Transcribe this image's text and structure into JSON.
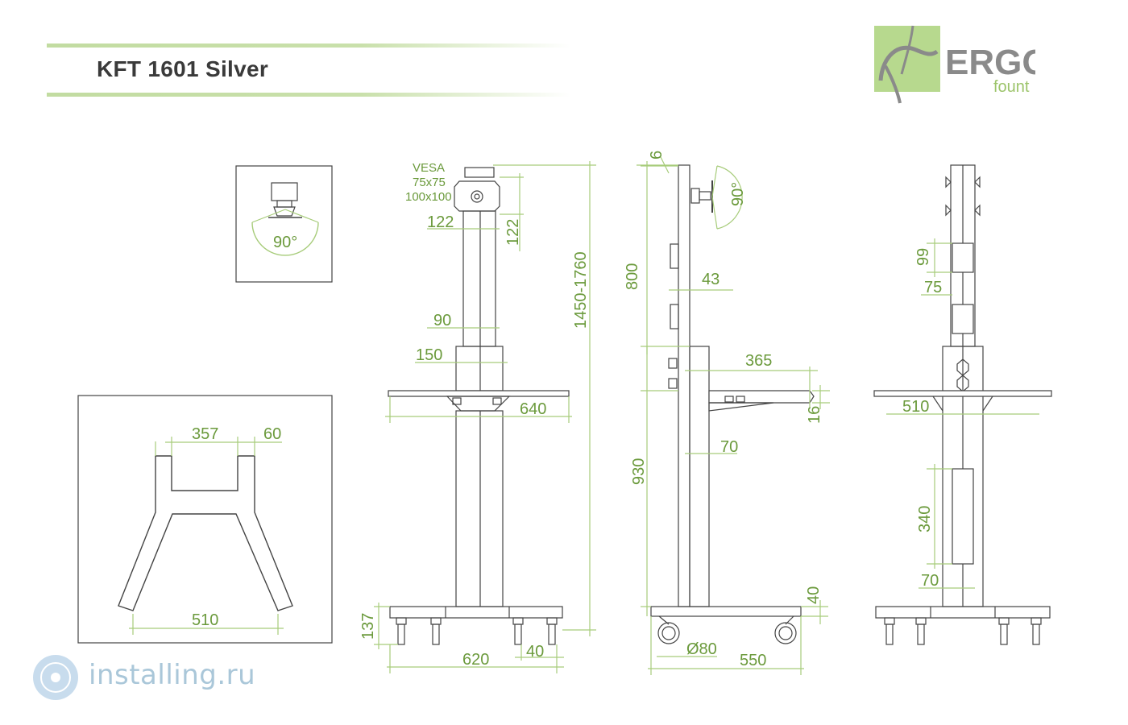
{
  "header": {
    "title": "KFT 1601 Silver"
  },
  "logo": {
    "brand_top": "ERGO",
    "brand_bottom": "fount"
  },
  "watermark": {
    "text": "installing.ru"
  },
  "colors": {
    "dimension_green": "#6b9a3c",
    "line_green": "#a7cc7a",
    "logo_bg": "#b7d98e",
    "outline": "#444444"
  },
  "detail_tilt": {
    "angle": "90°"
  },
  "base_top_view": {
    "width_top": "357",
    "tube": "60",
    "width_bottom": "510"
  },
  "front_view": {
    "vesa_title": "VESA",
    "vesa_1": "75x75",
    "vesa_2": "100x100",
    "mount_width": "122",
    "mount_height": "122",
    "column_width": "90",
    "sleeve_width": "150",
    "shelf_width": "640",
    "height_range": "1450-1760",
    "base_height": "137",
    "base_width": "620",
    "foot": "40"
  },
  "side_view": {
    "top_offset": "6",
    "tilt": "90°",
    "upper_height": "800",
    "column_depth": "43",
    "shelf_depth": "365",
    "shelf_thickness": "16",
    "bracket": "70",
    "shelf_height": "930",
    "base_thickness": "40",
    "wheel": "Ø80",
    "base_depth": "550"
  },
  "rear_view": {
    "clip_height": "99",
    "clip_spacing": "75",
    "shelf_width": "510",
    "cover_height": "340",
    "cover_bottom": "70"
  }
}
